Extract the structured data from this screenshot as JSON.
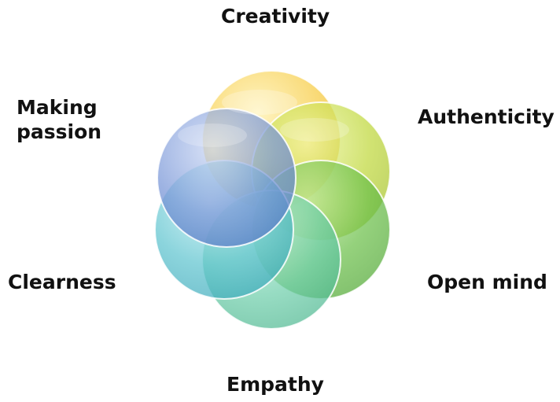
{
  "labels": {
    "creativity": "Creativity",
    "authenticity": "Authenticity",
    "making_passion_line1": "Making",
    "making_passion_line2": "passion",
    "clearness": "Clearness",
    "open_mind": "Open mind",
    "empathy": "Empathy"
  },
  "colors": {
    "creativity": "#f5c542",
    "authenticity": "#b9d33a",
    "open_mind": "#6cc04a",
    "empathy": "#5dc6a8",
    "clearness": "#4fb8c9",
    "making_passion": "#6a8fd0",
    "text": "#111111"
  }
}
